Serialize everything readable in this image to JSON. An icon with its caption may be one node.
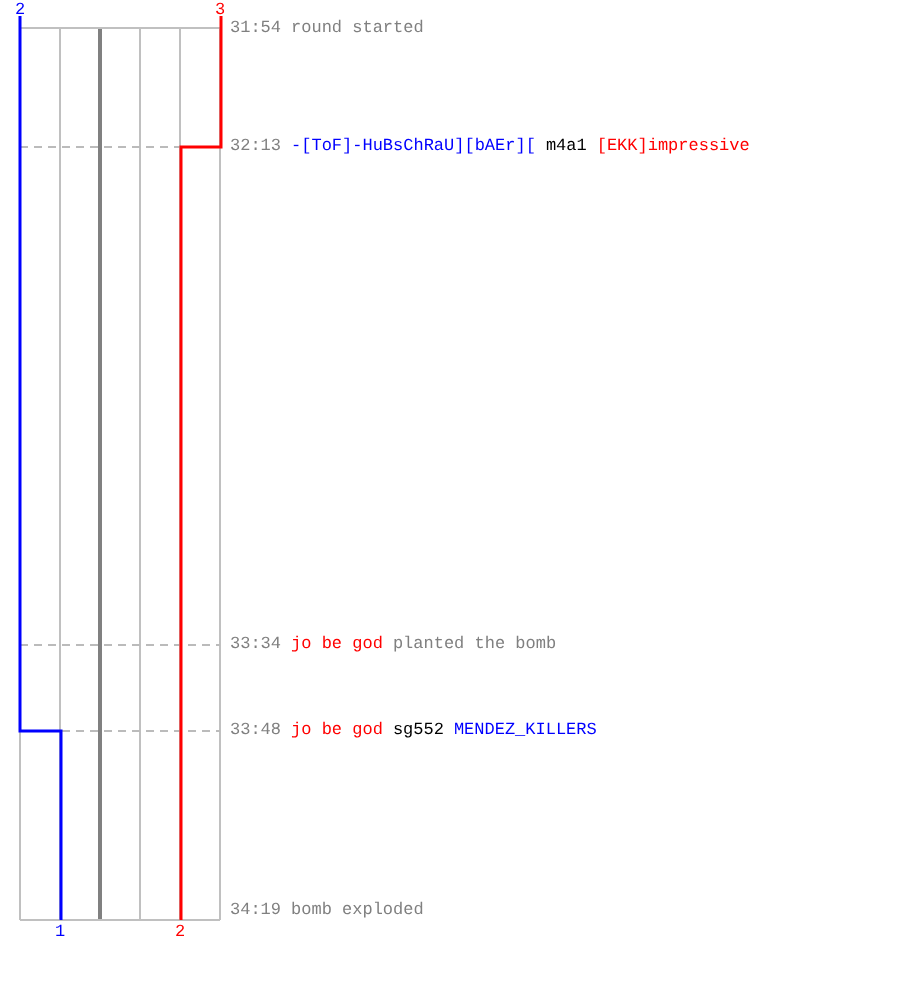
{
  "diagram": {
    "labels": [
      "2",
      "3",
      "31:54",
      "round started",
      "32:13",
      "-[ToF]-HuBsChRaU][bAEr][",
      "m4a1",
      "[EKK]impressive",
      "33:34",
      "jo be god",
      "planted the bomb",
      "33:48",
      "jo be god",
      "sg552",
      "MENDEZ_KILLERS",
      "1",
      "2",
      "34:19",
      "bomb exploded"
    ]
  }
}
